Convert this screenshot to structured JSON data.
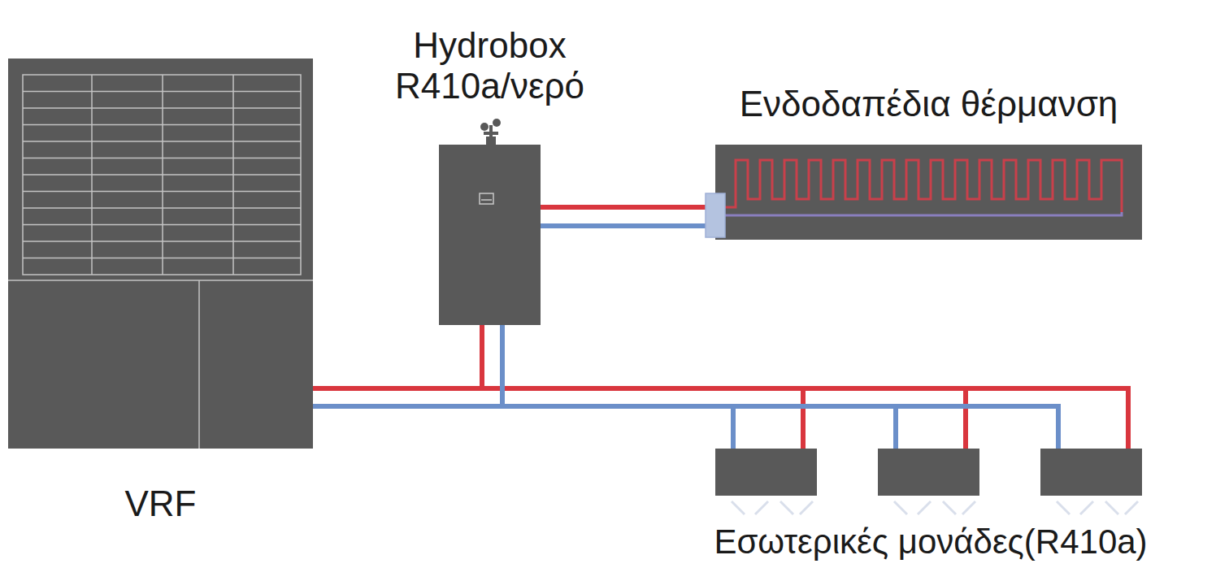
{
  "diagram": {
    "nodes": [
      {
        "text": [
          "VRF"
        ]
      },
      {
        "text": [
          "Hydrobox R410a/νερό"
        ]
      },
      {
        "text": [
          "Ενδοδαπέδια θέρμανση"
        ]
      }
    ],
    "edges": [
      {
        "from": 0,
        "to": 1,
        "arrow": "none"
      },
      {
        "from": 0,
        "to": 1,
        "arrow": "none"
      },
      {
        "from": 1,
        "to": 2,
        "arrow": "none"
      },
      {
        "from": 1,
        "to": 2,
        "arrow": "none"
      }
    ],
    "labels": [
      "Εσωτερικές μονάδες(R410a)"
    ]
  }
}
